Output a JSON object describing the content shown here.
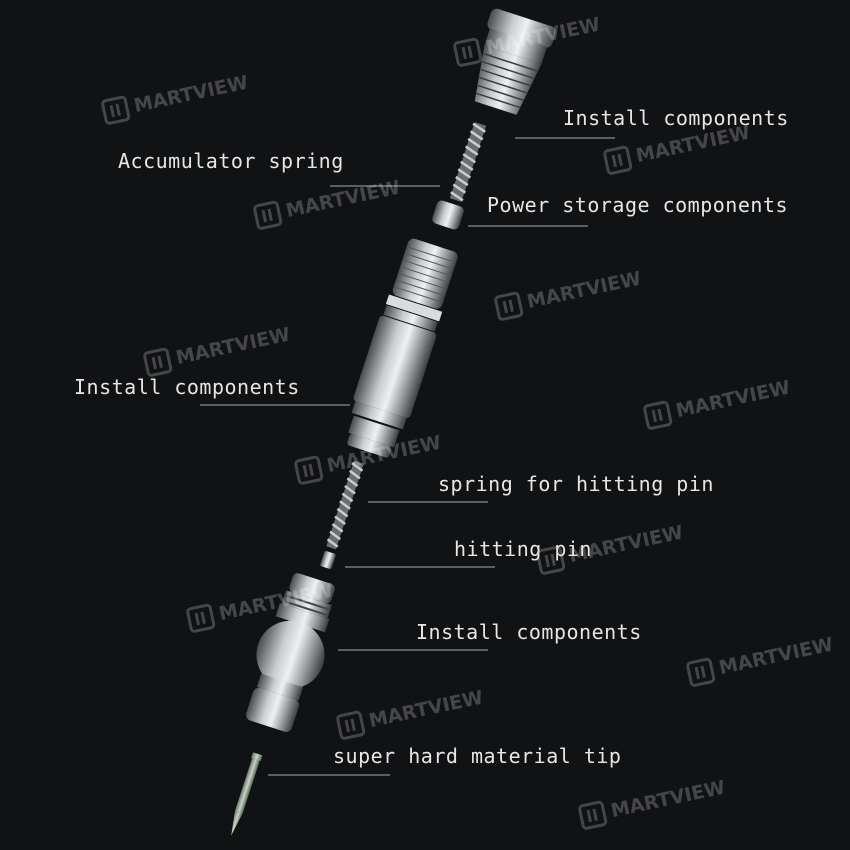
{
  "labels": {
    "install_components_top": "Install components",
    "accumulator_spring": "Accumulator spring",
    "power_storage_components": "Power storage components",
    "install_components_middle": "Install components",
    "spring_for_hitting_pin": "spring for hitting pin",
    "hitting_pin": "hitting pin",
    "install_components_bottom": "Install components",
    "super_hard_material_tip": "super hard material tip"
  },
  "watermark": {
    "text": "MARTVIEW"
  },
  "colors": {
    "background": "#111214",
    "metal": "#9ea2a6",
    "leader_line": "#8a8d90",
    "label_text": "#e6e6e6"
  }
}
